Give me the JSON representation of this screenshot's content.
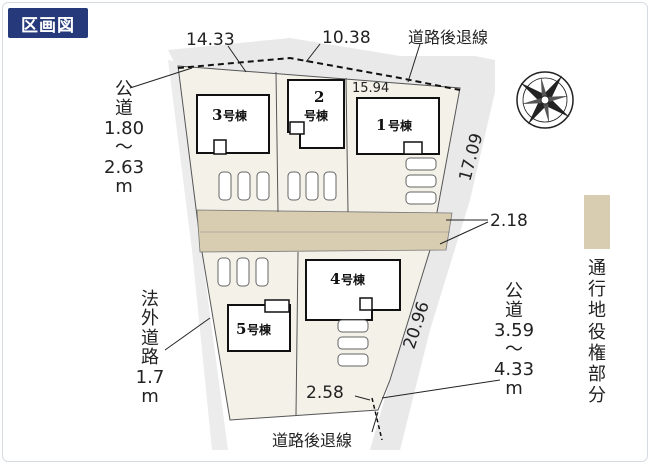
{
  "title": "区画図",
  "dimensions": {
    "d1": "14.33",
    "d2": "10.38",
    "d3": "15.94",
    "d4": "17.09",
    "d5": "2.18",
    "d6": "20.96",
    "d7": "2.58"
  },
  "road_setback_top": "道路後退線",
  "road_setback_bottom": "道路後退線",
  "public_road_left": {
    "l1": "公",
    "l2": "道",
    "l3": "1.80",
    "l4": "～",
    "l5": "2.63",
    "l6": "m"
  },
  "public_road_right": {
    "l1": "公",
    "l2": "道",
    "l3": "3.59",
    "l4": "～",
    "l5": "4.33",
    "l6": "m"
  },
  "outside_road": {
    "l1": "法",
    "l2": "外",
    "l3": "道",
    "l4": "路",
    "l5": "1.7",
    "l6": "m"
  },
  "buildings": {
    "b1": {
      "num": "1",
      "suffix": "号棟"
    },
    "b2": {
      "num": "2",
      "suffix": "号棟"
    },
    "b3": {
      "num": "3",
      "suffix": "号棟"
    },
    "b4": {
      "num": "4",
      "suffix": "号棟"
    },
    "b5": {
      "num": "5",
      "suffix": "号棟"
    }
  },
  "legend": {
    "chars": [
      "通",
      "行",
      "地",
      "役",
      "権",
      "部",
      "分"
    ]
  },
  "colors": {
    "lot": "#f3f1e8",
    "passage": "#d8cdb0",
    "road": "#e9e9e9",
    "accent": "#26397a"
  }
}
